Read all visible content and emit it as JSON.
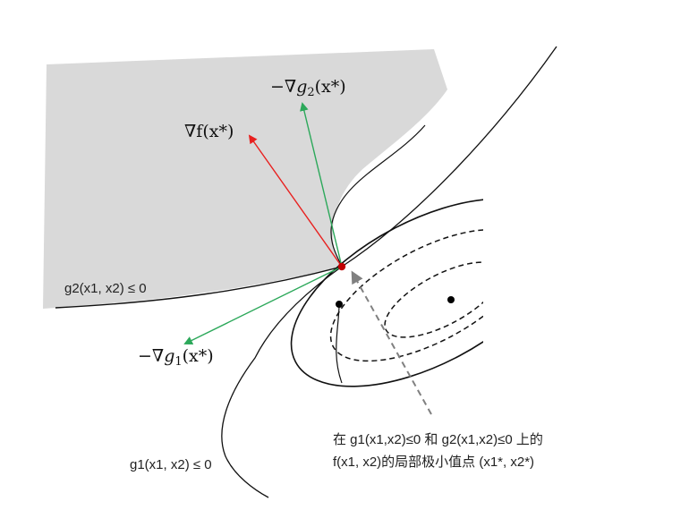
{
  "labels": {
    "neg_grad_g2_prefix": "−∇",
    "neg_grad_g2_var": "g",
    "neg_grad_g2_sub": "2",
    "neg_grad_g2_arg": "(x*)",
    "grad_f_prefix": "∇f",
    "grad_f_arg": "(x*)",
    "neg_grad_g1_prefix": "−∇",
    "neg_grad_g1_var": "g",
    "neg_grad_g1_sub": "1",
    "neg_grad_g1_arg": "(x*)",
    "g2_constraint": "g2(x1, x2) ≤ 0",
    "g1_constraint": "g1(x1, x2) ≤ 0",
    "annotation_line1": "在 g1(x1,x2)≤0 和 g2(x1,x2)≤0 上的",
    "annotation_line2": "f(x1, x2)的局部极小值点 (x1*, x2*)"
  },
  "colors": {
    "feasible_fill": "#d9d9d9",
    "grad_f": "#e8201f",
    "grad_g": "#2ca85a",
    "curve": "#111111",
    "pointer": "#808080",
    "minimum_point": "#c00000"
  }
}
